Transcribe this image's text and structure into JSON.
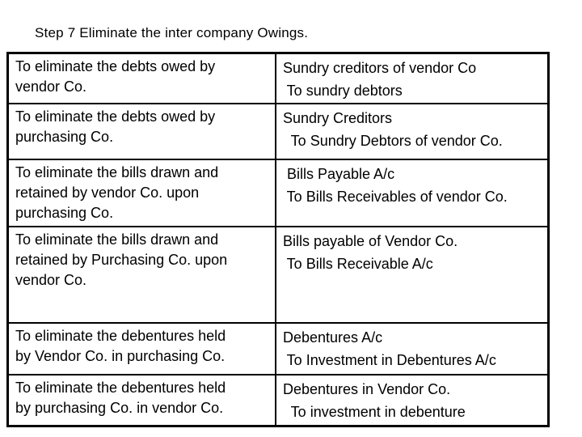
{
  "slide": {
    "title": "Step 7 Eliminate the inter company Owings."
  },
  "colors": {
    "background": "#ffffff",
    "text": "#000000",
    "table_border": "#000000"
  },
  "table": {
    "rows": [
      {
        "left_lines": [
          "To eliminate the debts owed by",
          "vendor Co."
        ],
        "right_lines": [
          "Sundry creditors of vendor Co",
          " To sundry debtors"
        ]
      },
      {
        "left_lines": [
          "To eliminate the debts owed by",
          "purchasing Co."
        ],
        "right_lines": [
          "Sundry Creditors",
          "  To Sundry Debtors of vendor Co."
        ]
      },
      {
        "left_lines": [
          "To eliminate the bills drawn and",
          "retained by vendor Co. upon",
          "purchasing Co."
        ],
        "right_lines": [
          " Bills Payable A/c",
          " To Bills Receivables of vendor Co."
        ]
      },
      {
        "left_lines": [
          "To eliminate the bills drawn and",
          "retained by Purchasing Co. upon",
          "vendor Co."
        ],
        "right_lines": [
          "Bills payable of Vendor Co.",
          " To Bills Receivable A/c"
        ]
      },
      {
        "left_lines": [
          "To eliminate the debentures held",
          "by Vendor Co. in purchasing Co."
        ],
        "right_lines": [
          "Debentures A/c",
          " To Investment in Debentures A/c"
        ]
      },
      {
        "left_lines": [
          "To eliminate the debentures held",
          "by purchasing Co. in vendor Co."
        ],
        "right_lines": [
          "Debentures in Vendor Co.",
          "  To investment in debenture"
        ]
      }
    ]
  }
}
